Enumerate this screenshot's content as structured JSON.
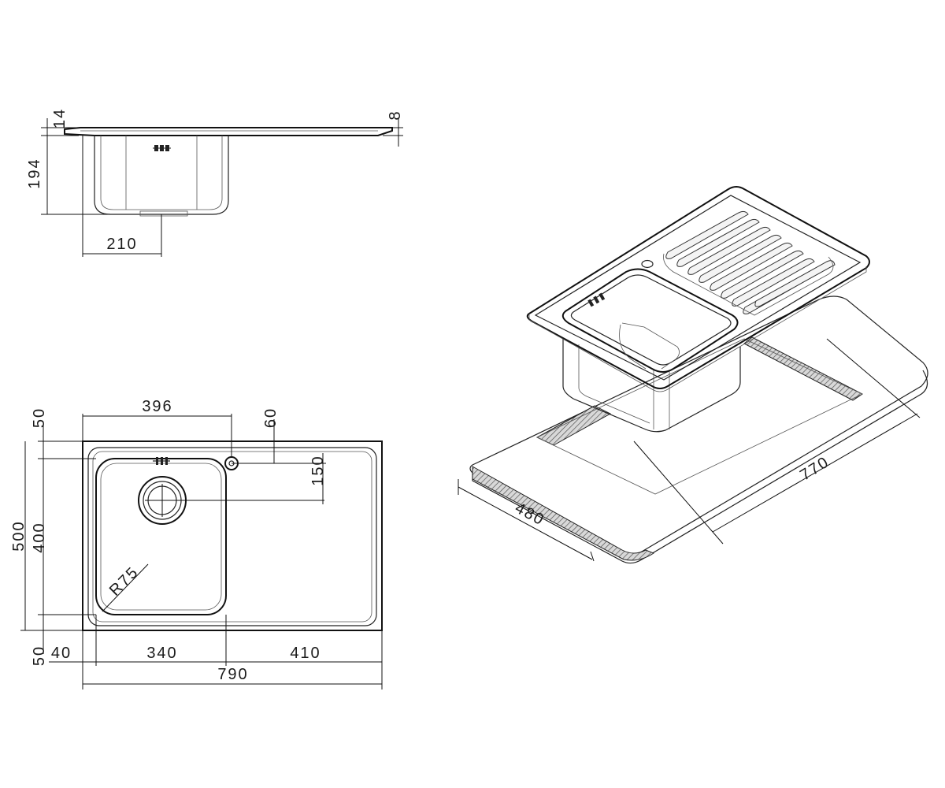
{
  "side_view": {
    "dims": {
      "rim": "14",
      "depth": "194",
      "half_width": "210",
      "drainer_thickness": "8"
    }
  },
  "top_view": {
    "dims": {
      "bowl_to_tap": "396",
      "tap_offset": "60",
      "margin_top": "50",
      "bowl_height": "400",
      "overall_height": "500",
      "tap_to_waste": "150",
      "corner_radius": "R75",
      "margin_bottom": "50",
      "margin_left": "40",
      "bowl_width": "340",
      "drainer_width": "410",
      "overall_width": "790"
    }
  },
  "iso_view": {
    "dims": {
      "cutout_width": "770",
      "cutout_depth": "480"
    }
  },
  "colors": {
    "line": "#222222",
    "background": "#ffffff"
  }
}
